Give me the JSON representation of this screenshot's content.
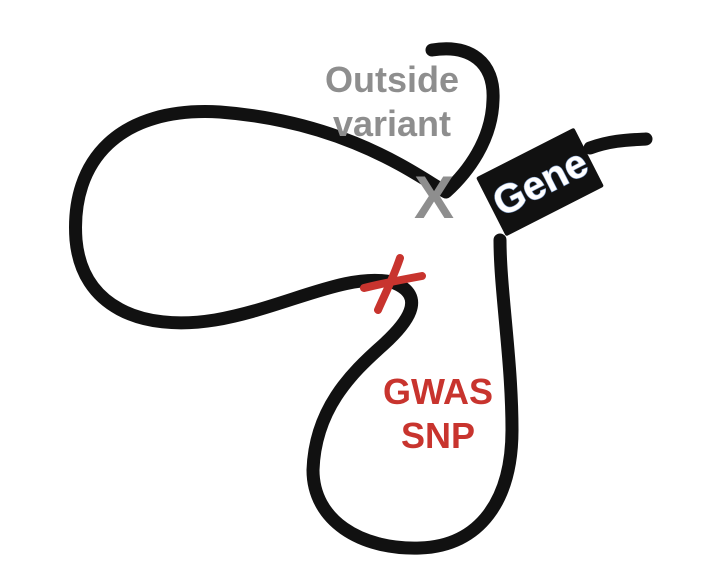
{
  "labels": {
    "outside_line1": "Outside",
    "outside_line2": "variant",
    "gwas_line1": "GWAS",
    "gwas_line2": "SNP",
    "gene": "Gene",
    "outside_marker": "X"
  },
  "colors": {
    "chromatin": "#111111",
    "outside_variant": "#8e8e8e",
    "gwas_snp": "#c8342e",
    "gene_box": "#111111",
    "gene_text": "#ffffff"
  }
}
